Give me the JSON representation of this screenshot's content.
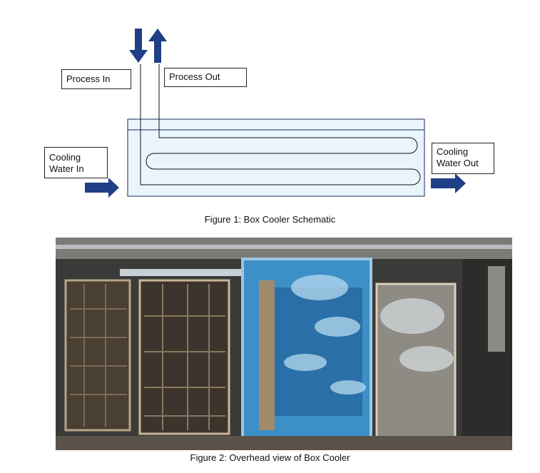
{
  "schematic": {
    "labels": {
      "process_in": "Process In",
      "process_out": "Process Out",
      "cooling_water_in": "Cooling\nWater In",
      "cooling_water_out": "Cooling\nWater Out"
    },
    "colors": {
      "arrow": "#1f3f86",
      "tank_fill": "#e9f5fb",
      "tank_stroke": "#1a2a5a",
      "coil": "#111111"
    },
    "icons": [
      "arrow-down-icon",
      "arrow-up-icon",
      "arrow-right-icon"
    ]
  },
  "captions": {
    "figure1": "Figure 1:  Box Cooler Schematic",
    "figure2": "Figure 2:  Overhead view of Box Cooler"
  }
}
